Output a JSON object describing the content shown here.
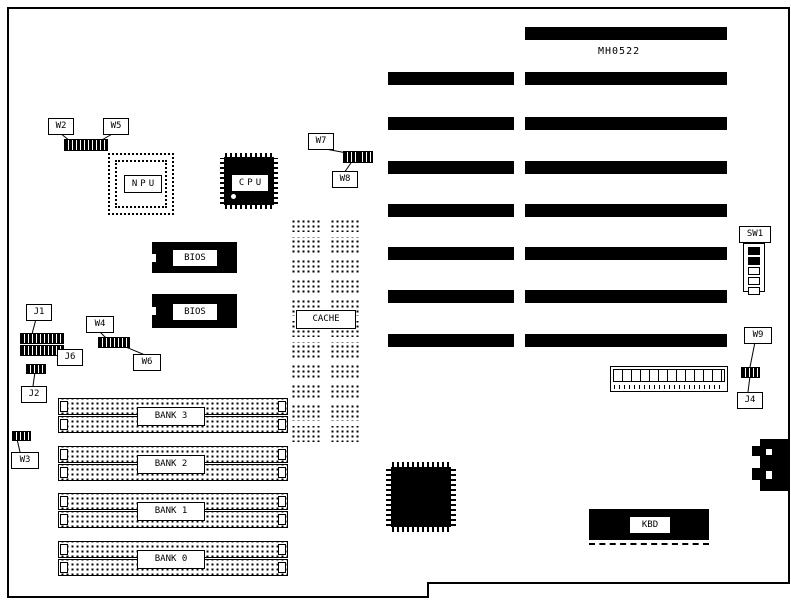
{
  "board": {
    "model": "MH0522",
    "chips": {
      "npu": "NPU",
      "cpu": "CPU",
      "bios_top": "BIOS",
      "bios_bottom": "BIOS",
      "cache": "CACHE",
      "kbd": "KBD"
    },
    "banks": {
      "bank3": "BANK 3",
      "bank2": "BANK 2",
      "bank1": "BANK 1",
      "bank0": "BANK 0"
    },
    "jumpers": {
      "w2": "W2",
      "w3": "W3",
      "w4": "W4",
      "w5": "W5",
      "w6": "W6",
      "w7": "W7",
      "w8": "W8",
      "w9": "W9"
    },
    "connectors": {
      "j1": "J1",
      "j2": "J2",
      "j4": "J4",
      "j6": "J6",
      "sw1": "SW1"
    },
    "colors": {
      "ink": "#000000",
      "background": "#ffffff"
    }
  }
}
